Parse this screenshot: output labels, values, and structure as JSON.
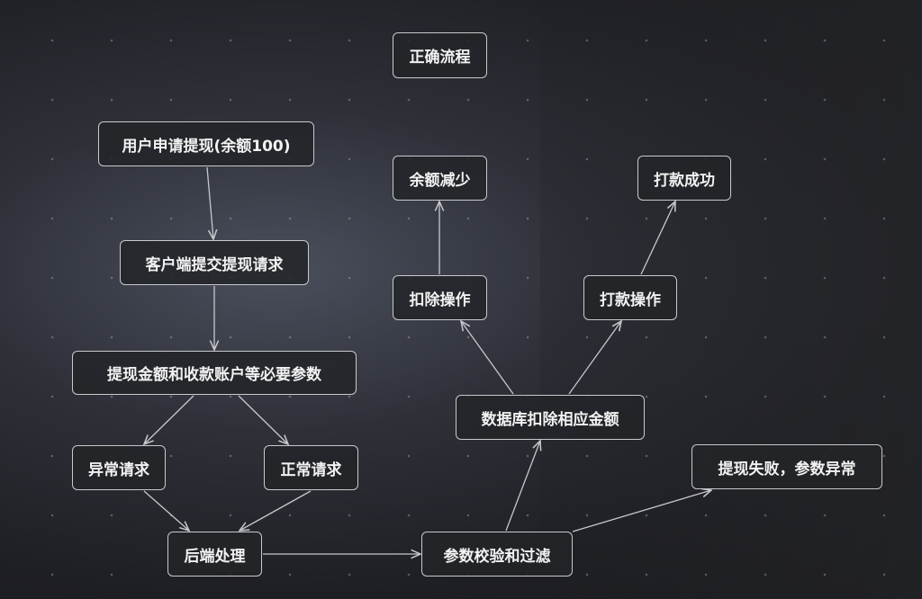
{
  "nodes": {
    "title": "正确流程",
    "user_apply": "用户申请提现(余额100)",
    "client_submit": "客户端提交提现请求",
    "params": "提现金额和收款账户等必要参数",
    "abnormal": "异常请求",
    "normal": "正常请求",
    "backend": "后端处理",
    "validate": "参数校验和过滤",
    "db_deduct": "数据库扣除相应金额",
    "fail": "提现失败，参数异常",
    "deduct_op": "扣除操作",
    "balance_down": "余额减少",
    "pay_op": "打款操作",
    "pay_success": "打款成功"
  },
  "colors": {
    "edge": "#c8c8cc",
    "node_border": "#c9c9cc"
  }
}
